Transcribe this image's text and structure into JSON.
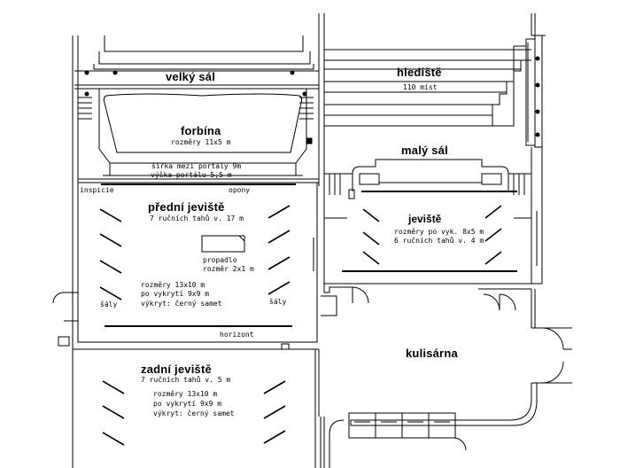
{
  "rooms": {
    "velky_sal": "velký sál",
    "forbina": "forbína",
    "forbina_size": "rozměry 11x5 m",
    "portal_width": "šířka mezi portály 9m",
    "portal_height": "výška portálu 5,5 m",
    "inspicie": "inspicie",
    "opony": "opony",
    "predni_jeviste": "přední jeviště",
    "predni_tahy": "7 ručních tahů v. 17 m",
    "propadlo": "propadlo",
    "propadlo_size": "rozměr 2x1 m",
    "predni_size": "rozměry 13x10 m",
    "predni_vykryti": "po vykrytí 9x9 m",
    "predni_vykryt": "výkryt: černý samet",
    "saly_left": "šály",
    "saly_right": "šály",
    "horizont": "horizont",
    "zadni_jeviste": "zadní jeviště",
    "zadni_tahy": "7 ručních tahů v. 5 m",
    "zadni_size": "rozměry 13x10 m",
    "zadni_vykryti": "po vykrytí 9x9 m",
    "zadni_vykryt": "výkryt: černý samet",
    "hlediste": "hlediště",
    "hlediste_seats": "110 míst",
    "maly_sal": "malý sál",
    "jeviste": "jeviště",
    "jeviste_size": "rozměry po vyk. 8x5 m",
    "jeviste_tahy": "6 ručních tahů v. 4 m",
    "kulisarna": "kulisárna"
  },
  "colors": {
    "line": "#000000",
    "background": "#ffffff"
  }
}
